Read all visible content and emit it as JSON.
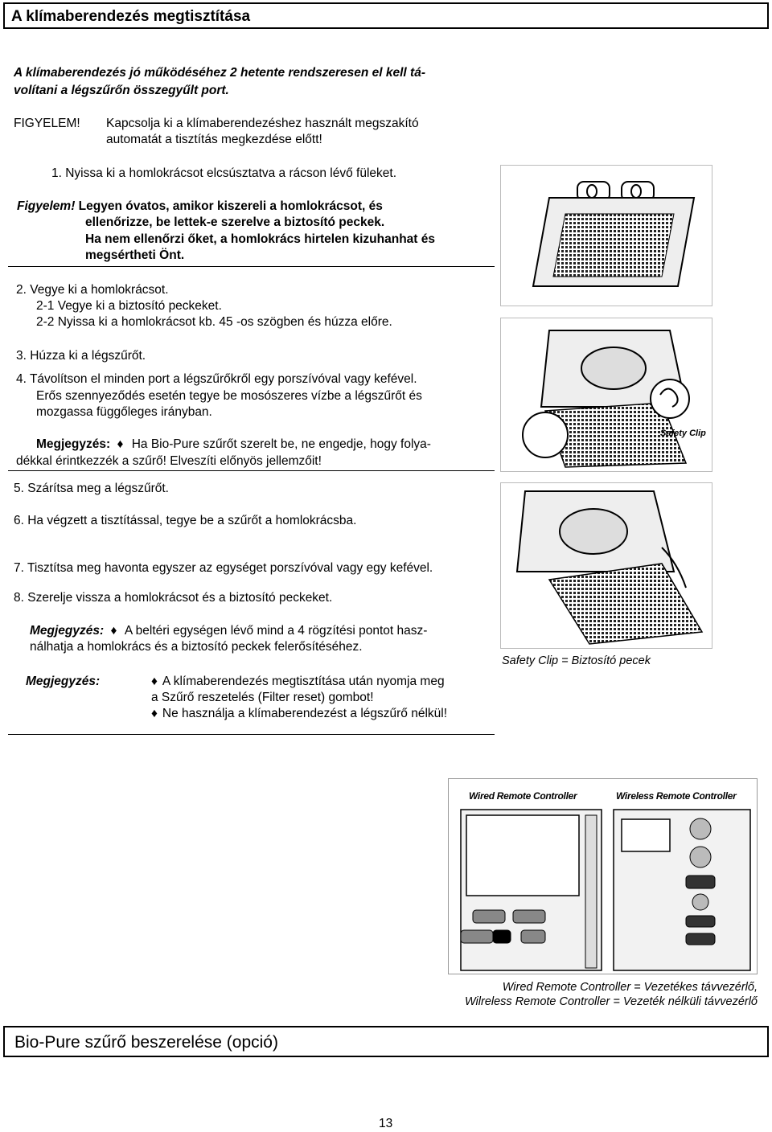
{
  "header": {
    "title": "A klímaberendezés megtisztítása"
  },
  "intro": {
    "line1": "A klímaberendezés jó működéséhez 2 hetente rendszeresen el kell tá-",
    "line2": "volítani a légszűrőn összegyűlt port."
  },
  "warning1": {
    "label": "FIGYELEM!",
    "line1": "Kapcsolja ki a klímaberendezéshez használt megszakító",
    "line2": "automatát a tisztítás megkezdése előtt!"
  },
  "step1": "1.  Nyissa ki a homlokrácsot elcsúsztatva a rácson lévő füleket.",
  "warning2": {
    "label": "Figyelem!",
    "line1": " Legyen óvatos, amikor kiszereli a homlokrácsot, és",
    "line2": "ellenőrizze, be lettek-e szerelve a biztosító peckek.",
    "line3": "Ha nem ellenőrzi őket, a homlokrács hirtelen kizuhanhat és",
    "line4": "megsértheti Önt."
  },
  "step2": {
    "main": "2.  Vegye ki a homlokrácsot.",
    "sub1": "2-1 Vegye ki a biztosító peckeket.",
    "sub2": "2-2 Nyissa ki a homlokrácsot kb. 45 -os szögben és húzza előre."
  },
  "step3": "3.  Húzza ki a légszűrőt.",
  "step4": {
    "line1": "4.  Távolítson el minden port a légszűrőkről egy porszívóval vagy kefével.",
    "line2": "Erős szennyeződés esetén tegye be mosószeres vízbe a légszűrőt és",
    "line3": "mozgassa függőleges irányban."
  },
  "note1": {
    "label": "Megjegyzés:",
    "line1": "Ha Bio-Pure szűrőt szerelt be, ne engedje, hogy folya-",
    "line2": "dékkal érintkezzék a szűrő! Elveszíti előnyös jellemzőit!"
  },
  "step5": "5. Szárítsa meg a légszűrőt.",
  "step6": "6. Ha végzett a tisztítással, tegye be a szűrőt a homlokrácsba.",
  "step7": "7. Tisztítsa meg havonta egyszer az egységet porszívóval vagy egy kefével.",
  "step8": "8. Szerelje vissza a homlokrácsot és a biztosító peckeket.",
  "note2": {
    "label": "Megjegyzés:",
    "line1": "A beltéri egységen lévő mind a 4 rögzítési pontot hasz-",
    "line2": "nálhatja a homlokrács és a biztosító peckek felerősítéséhez."
  },
  "note3": {
    "label": "Megjegyzés:",
    "line1": "A klímaberendezés megtisztítása után nyomja meg",
    "line2": "a Szűrő reszetelés (Filter reset) gombot!",
    "line3": "Ne használja a klímaberendezést a légszűrő nélkül!"
  },
  "figures": {
    "safety_clip_label": "Safety Clip",
    "safety_clip_caption": "Safety Clip = Biztosító pecek",
    "wired_label": "Wired Remote Controller",
    "wireless_label": "Wireless Remote Controller",
    "remote_caption1": "Wired Remote Controller = Vezetékes távvezérlő,",
    "remote_caption2": "Wilreless Remote Controller = Vezeték nélküli távvezérlő"
  },
  "footer_header": {
    "title": "Bio-Pure szűrő beszerelése (opció)"
  },
  "page_number": "13",
  "icons": {
    "bullet": "diamond-bullet-icon"
  }
}
